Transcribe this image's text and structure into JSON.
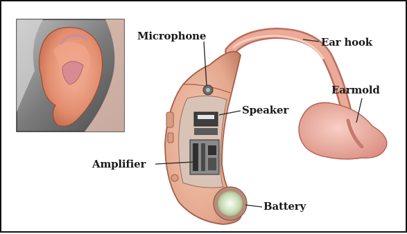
{
  "labels": {
    "microphone": "Microphone",
    "ear_hook": "Ear hook",
    "earmold": "Earmold",
    "speaker": "Speaker",
    "amplifier": "Amplifier",
    "battery": "Battery"
  },
  "colors": {
    "border": "#111111",
    "skin": "#e89a80",
    "device_shell": "#ecb59c",
    "device_edge": "#b06a52",
    "tube": "#e6a08e",
    "earmold_fill": "#f2b9ae",
    "hair": "#8c8c8c",
    "battery": "#d9e6cc"
  },
  "inset": {
    "subject": "ear-wearing-hearing-aid"
  }
}
